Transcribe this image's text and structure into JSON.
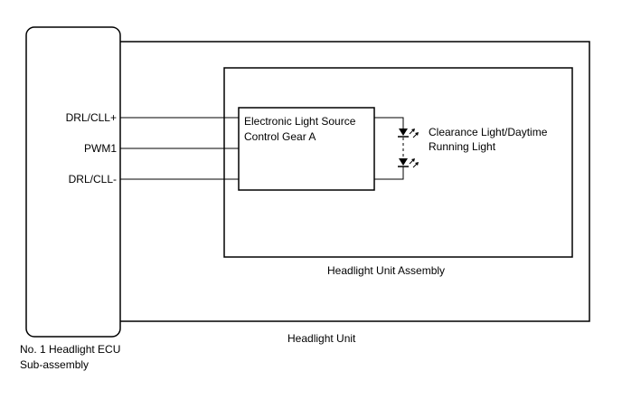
{
  "ecu": {
    "label_line1": "No. 1 Headlight ECU",
    "label_line2": "Sub-assembly",
    "pins": [
      "DRL/CLL+",
      "PWM1",
      "DRL/CLL-"
    ]
  },
  "headlight_unit": {
    "label": "Headlight Unit"
  },
  "headlight_unit_assembly": {
    "label": "Headlight Unit Assembly"
  },
  "control_gear": {
    "label_line1": "Electronic Light Source",
    "label_line2": "Control Gear A"
  },
  "light": {
    "label_line1": "Clearance Light/Daytime",
    "label_line2": "Running Light"
  },
  "colors": {
    "line": "#000000",
    "background": "#ffffff"
  }
}
